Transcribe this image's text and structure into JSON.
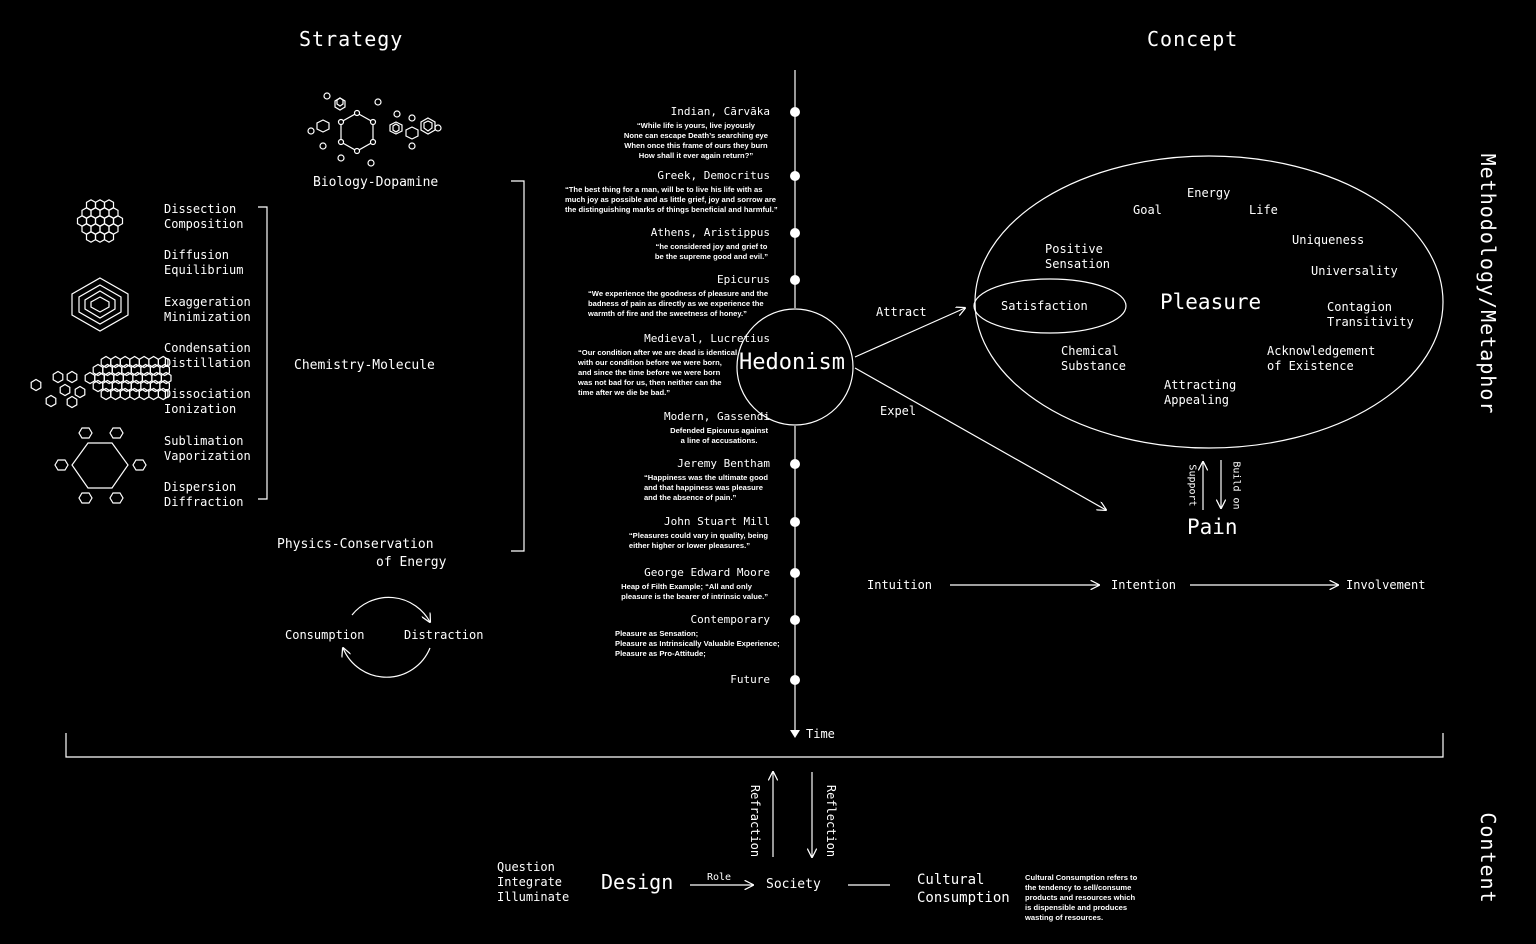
{
  "headers": {
    "strategy": "Strategy",
    "concept": "Concept",
    "methodology": "Methodology/Metaphor",
    "content": "Content"
  },
  "strategy": {
    "processes": [
      "Dissection",
      "Composition",
      "Diffusion",
      "Equilibrium",
      "Exaggeration",
      "Minimization",
      "Condensation",
      "Distillation",
      "Dissociation",
      "Ionization",
      "Sublimation",
      "Vaporization",
      "Dispersion",
      "Diffraction"
    ],
    "biology": "Biology-Dopamine",
    "chemistry": "Chemistry-Molecule",
    "physics_1": "Physics-Conservation",
    "physics_2": "of Energy",
    "cycle": {
      "left": "Consumption",
      "right": "Distraction"
    }
  },
  "timeline": {
    "time_label": "Time",
    "center": "Hedonism",
    "events": [
      {
        "title": "Indian, Cārvāka",
        "quote": "“While life is yours, live joyously\nNone can escape Death’s searching eye\nWhen once this frame of ours they burn\nHow shall it ever again return?”"
      },
      {
        "title": "Greek, Democritus",
        "quote": "“The best thing for a man, will be to live his life with as\nmuch joy as possible and as little grief, joy and sorrow are\nthe distinguishing marks of things beneficial and harmful.”"
      },
      {
        "title": "Athens, Aristippus",
        "quote": "“he considered joy and grief to\nbe the supreme good and evil.”"
      },
      {
        "title": "Epicurus",
        "quote": "“We experience the goodness of pleasure and the\nbadness of pain as directly as we experience the\nwarmth of fire and the sweetness of honey.”"
      },
      {
        "title": "Medieval, Lucretius",
        "quote": "“Our condition after we are dead is identical\nwith our condition before we were born,\nand since the time before we were born\nwas not bad for us, then neither can the\ntime after we die be bad.”"
      },
      {
        "title": "Modern, Gassendi",
        "quote": "Defended Epicurus against\na line of accusations."
      },
      {
        "title": "Jeremy Bentham",
        "quote": "“Happiness was the ultimate good\nand that happiness was pleasure\nand the absence of pain.”"
      },
      {
        "title": "John Stuart Mill",
        "quote": "“Pleasures could vary in quality, being\neither higher or lower pleasures.”"
      },
      {
        "title": "George Edward Moore",
        "quote": "Heap of Filth Example; “All and only\npleasure is the bearer of intrinsic value.”"
      },
      {
        "title": "Contemporary",
        "quote": "Pleasure as Sensation;\nPleasure as Intrinsically Valuable Experience;\nPleasure as Pro-Attitude;"
      },
      {
        "title": "Future",
        "quote": ""
      }
    ]
  },
  "concept": {
    "attract": "Attract",
    "expel": "Expel",
    "pleasure": "Pleasure",
    "pain": "Pain",
    "satisfaction": "Satisfaction",
    "terms": [
      "Energy",
      "Goal",
      "Life",
      "Positive",
      "Sensation",
      "Uniqueness",
      "Universality",
      "Contagion",
      "Transitivity",
      "Chemical",
      "Substance",
      "Acknowledgement",
      "of Existence",
      "Attracting",
      "Appealing"
    ],
    "support": "Support",
    "build_on": "Build on",
    "flow": [
      "Intuition",
      "Intention",
      "Involvement"
    ]
  },
  "content": {
    "verbs": [
      "Question",
      "Integrate",
      "Illuminate"
    ],
    "design": "Design",
    "role": "Role",
    "society": "Society",
    "refraction": "Refraction",
    "reflection": "Reflection",
    "cultural_1": "Cultural",
    "cultural_2": "Consumption",
    "definition": "Cultural Consumption refers to\nthe tendency to sell/consume\nproducts and resources which\nis dispensible and produces\nwasting of resources."
  }
}
